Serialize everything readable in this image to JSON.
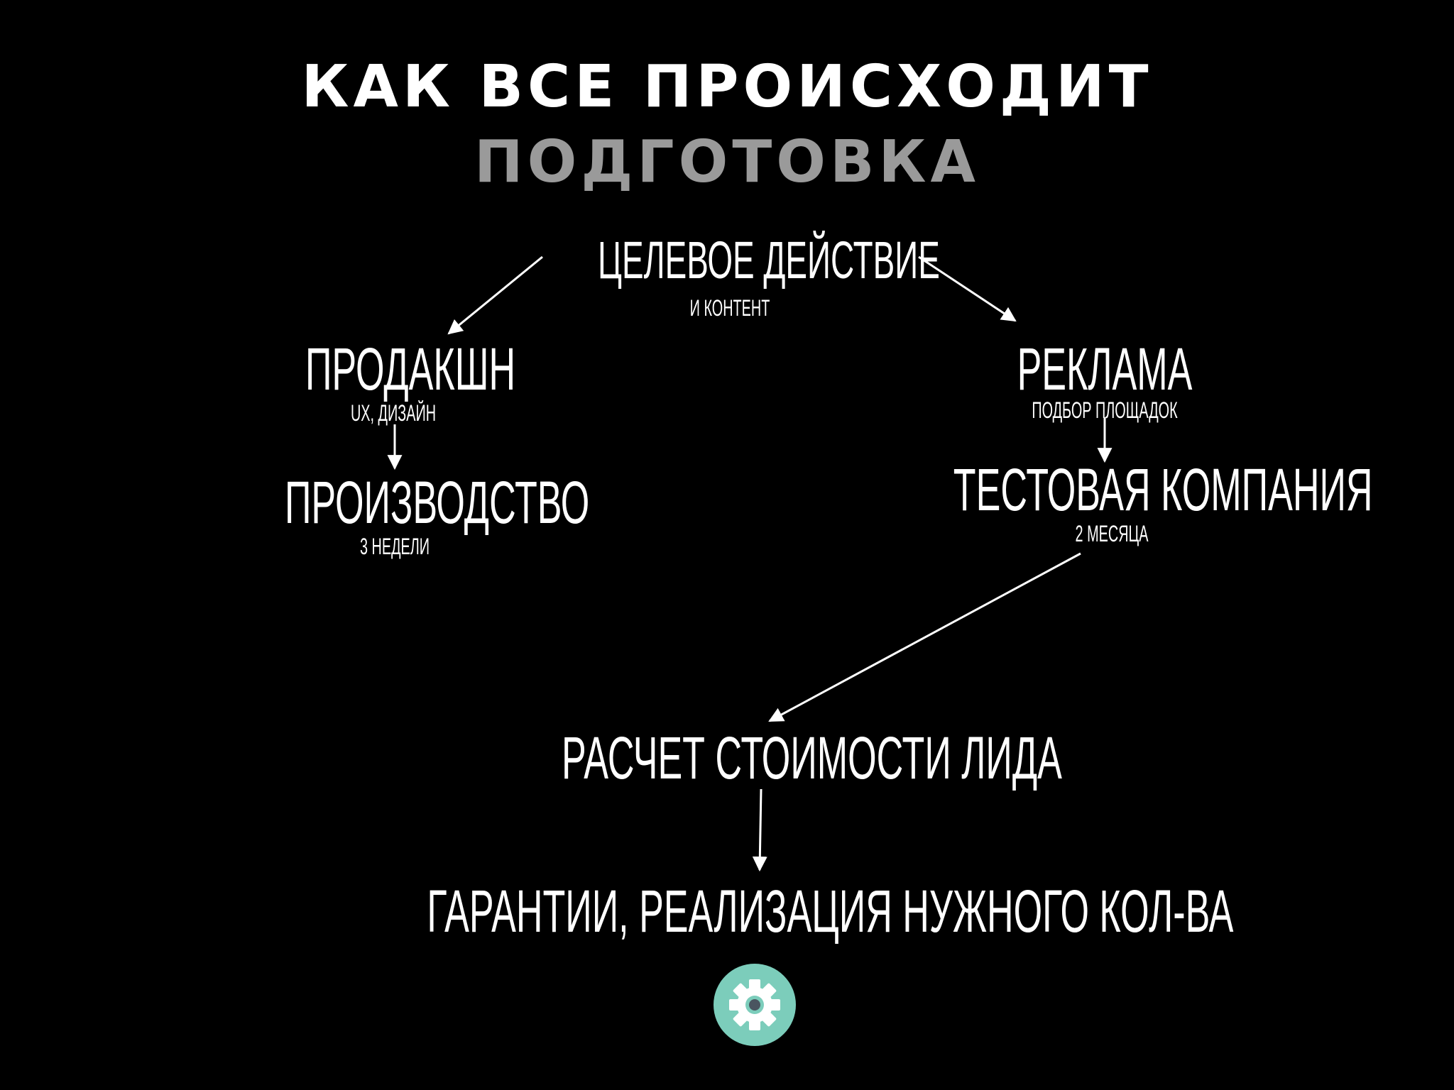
{
  "slide": {
    "title": "КАК ВСЕ ПРОИСХОДИТ",
    "subtitle": "ПОДГОТОВКА"
  },
  "nodes": {
    "target": {
      "label": "ЦЕЛЕВОЕ ДЕЙСТВИЕ",
      "note": "И КОНТЕНТ"
    },
    "production": {
      "label": "ПРОДАКШН",
      "note": "UX, ДИЗАЙН"
    },
    "manufacturing": {
      "label": "ПРОИЗВОДСТВО",
      "note": "3 НЕДЕЛИ"
    },
    "advertising": {
      "label": "РЕКЛАМА",
      "note": "ПОДБОР ПЛОЩАДОК"
    },
    "test_campaign": {
      "label": "ТЕСТОВАЯ КОМПАНИЯ",
      "note": "2 МЕСЯЦА"
    },
    "lead_cost": {
      "label": "РАСЧЕТ СТОИМОСТИ ЛИДА"
    },
    "guarantees": {
      "label": "ГАРАНТИИ, РЕАЛИЗАЦИЯ НУЖНОГО КОЛ-ВА"
    }
  },
  "edges": [
    {
      "from": "target",
      "to": "production"
    },
    {
      "from": "target",
      "to": "advertising"
    },
    {
      "from": "production",
      "to": "manufacturing"
    },
    {
      "from": "advertising",
      "to": "test_campaign"
    },
    {
      "from": "test_campaign",
      "to": "lead_cost"
    },
    {
      "from": "lead_cost",
      "to": "guarantees"
    }
  ],
  "badge": {
    "icon": "gear-icon",
    "color": "#7ccdbb"
  },
  "colors": {
    "background": "#000000",
    "text": "#ffffff",
    "subtitle": "#9a9a9a"
  }
}
